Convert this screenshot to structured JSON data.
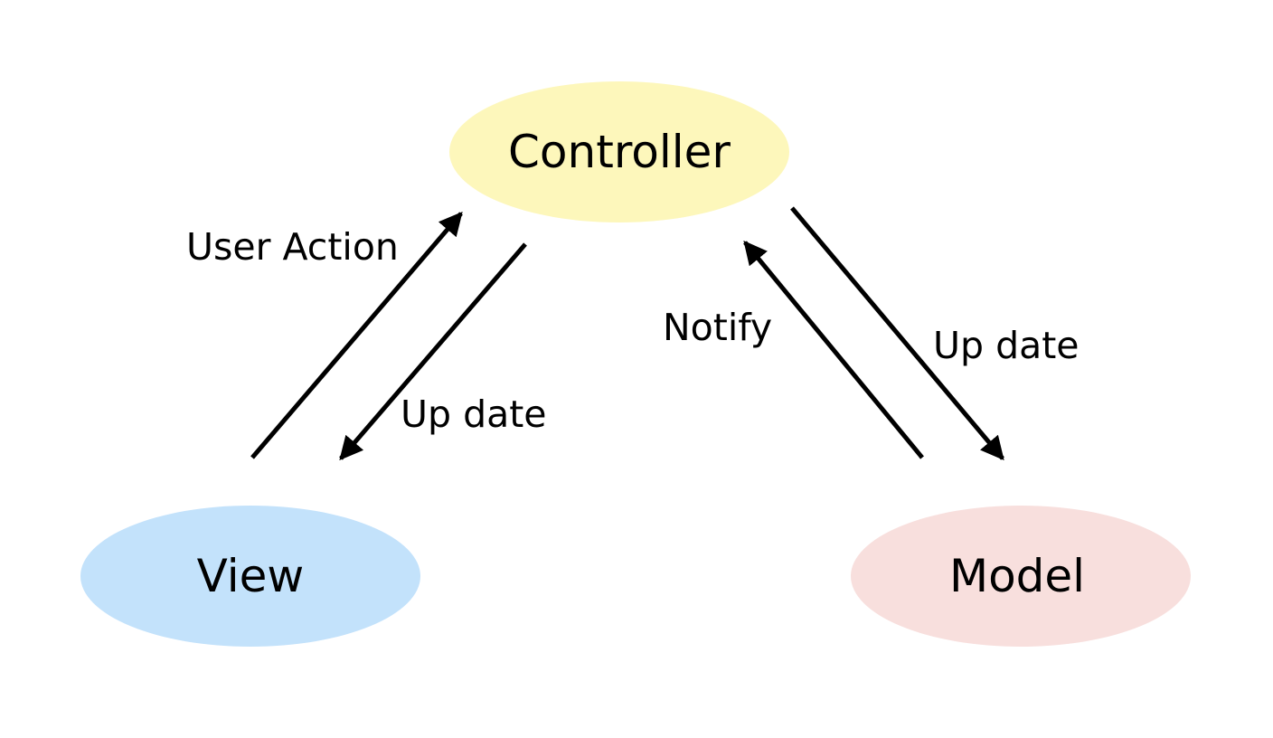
{
  "nodes": {
    "controller": {
      "label": "Controller",
      "fill": "#fdf7bb"
    },
    "view": {
      "label": "View",
      "fill": "#c3e2fb"
    },
    "model": {
      "label": "Model",
      "fill": "#f8dfdd"
    }
  },
  "edges": {
    "view_to_controller": {
      "label": "User Action"
    },
    "controller_to_view": {
      "label": "Up date"
    },
    "model_to_controller": {
      "label": "Notify"
    },
    "controller_to_model": {
      "label": "Up date"
    }
  },
  "colors": {
    "line": "#000000",
    "background": "#ffffff"
  }
}
